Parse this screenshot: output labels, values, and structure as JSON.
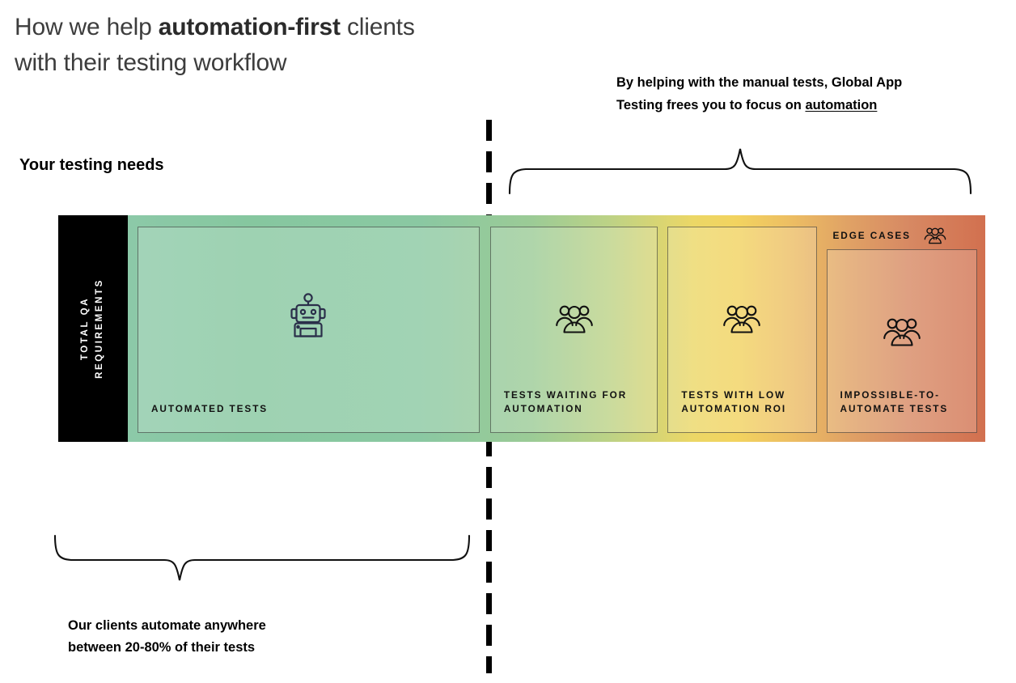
{
  "headline": {
    "line1_pre": "How we help ",
    "line1_strong": "automation-first",
    "line1_post": " clients",
    "line2": "with their testing workflow"
  },
  "top_caption": {
    "line1": "By helping with the manual tests, Global App",
    "line2_pre": "Testing frees you to focus on ",
    "line2_underlined": "automation"
  },
  "needs_label": "Your testing needs",
  "bar": {
    "left_column_label_line1": "TOTAL QA",
    "left_column_label_line2": "REQUIREMENTS",
    "edge_cases_label": "EDGE CASES",
    "panels": [
      {
        "label": "AUTOMATED TESTS",
        "icon": "robot-icon"
      },
      {
        "label": "TESTS WAITING FOR\nAUTOMATION",
        "icon": "people-group-icon"
      },
      {
        "label": "TESTS WITH LOW\nAUTOMATION ROI",
        "icon": "people-group-icon"
      },
      {
        "label": "IMPOSSIBLE-TO-\nAUTOMATE TESTS",
        "icon": "people-group-icon"
      }
    ]
  },
  "bottom_caption": {
    "line1": "Our clients automate anywhere",
    "line2": "between 20-80% of their tests"
  },
  "colors": {
    "background": "#ffffff",
    "frame": "#000000",
    "headline_text": "#3d3d3d",
    "gradient_green": "#86c79f",
    "gradient_teal": "#8cb9b0",
    "gradient_yellow": "#f2d35f",
    "gradient_orange": "#d2704f",
    "divider": "#000000"
  }
}
